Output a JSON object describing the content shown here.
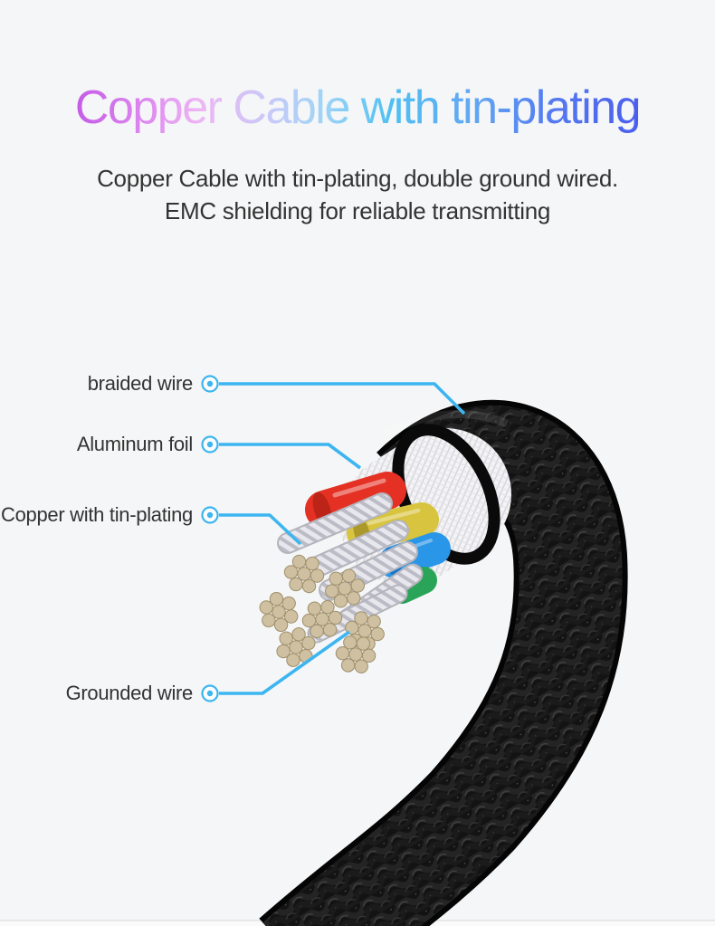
{
  "hero": {
    "title": "Copper Cable with tin-plating",
    "subtitle_line1": "Copper Cable with tin-plating, double ground wired.",
    "subtitle_line2": "EMC shielding for reliable transmitting"
  },
  "callouts": {
    "braided_wire": {
      "label": "braided wire"
    },
    "aluminum_foil": {
      "label": "Aluminum foil"
    },
    "copper_tin": {
      "label": "Copper with tin-plating"
    },
    "grounded_wire": {
      "label": "Grounded wire"
    }
  },
  "colors": {
    "background": "#f5f6f7",
    "body_text": "#333333",
    "leader_line": "#3cb5f0",
    "marker_fill": "#fdfdfe",
    "title_gradient_start": "#c45ce6",
    "title_gradient_mid": "#4fc0f2",
    "title_gradient_end": "#4a5eee",
    "sheath_black": "#131313",
    "sheath_edge": "#0a0a0a",
    "shield_mesh_white": "#f4f4f6",
    "wire_red": "#e43124",
    "wire_yellow": "#d8c43e",
    "wire_blue": "#2a96e7",
    "wire_green": "#2aa458",
    "tinned_strand_silver": "#e7e7ed",
    "tinned_strand_shadow": "#b4b4bd",
    "grounded_strand_tan": "#cec0a0",
    "grounded_strand_edge": "#9f8f6c",
    "bottom_divider": "#e3e3e6"
  }
}
